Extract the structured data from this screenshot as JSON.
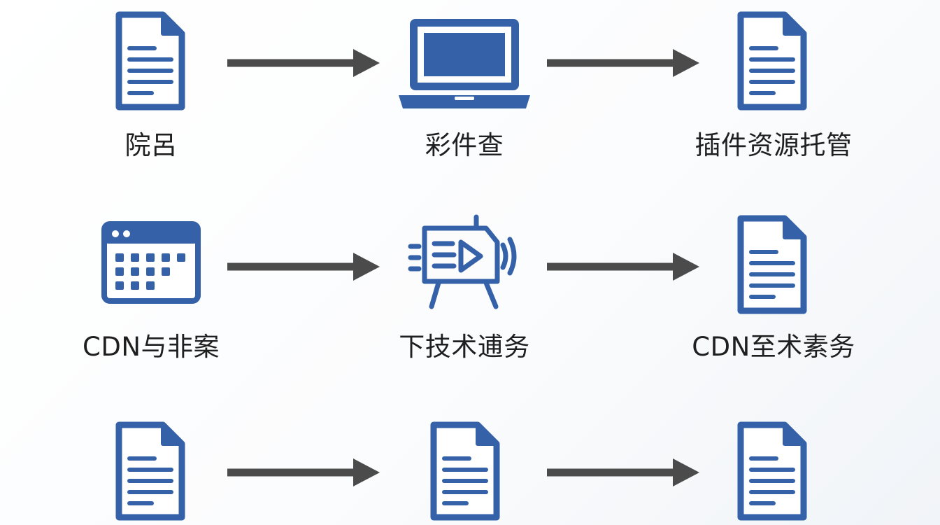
{
  "colors": {
    "icon_blue": "#3561a8",
    "icon_white": "#ffffff",
    "arrow_gray": "#4b4b4b",
    "label_text": "#1f1f1f"
  },
  "rows": [
    {
      "nodes": [
        {
          "icon": "document-icon",
          "label": "院呂"
        },
        {
          "icon": "laptop-icon",
          "label": "彩件查"
        },
        {
          "icon": "document-icon",
          "label": "插件资源托管"
        }
      ]
    },
    {
      "nodes": [
        {
          "icon": "calendar-window-icon",
          "label": "CDN与非案"
        },
        {
          "icon": "video-projector-icon",
          "label": "下技术逋务"
        },
        {
          "icon": "document-icon",
          "label": "CDN至术素务"
        }
      ]
    },
    {
      "nodes": [
        {
          "icon": "document-icon",
          "label": ""
        },
        {
          "icon": "document-icon",
          "label": ""
        },
        {
          "icon": "document-icon",
          "label": ""
        }
      ]
    }
  ]
}
